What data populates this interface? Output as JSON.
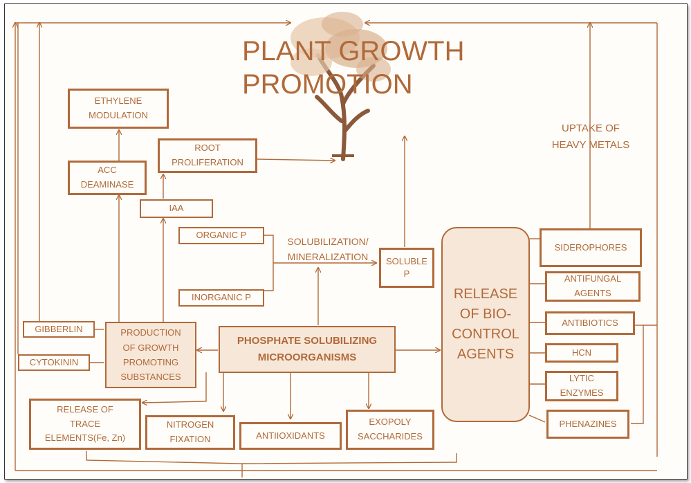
{
  "title_line1": "PLANT GROWTH",
  "title_line2": "PROMOTION",
  "central": [
    "PHOSPHATE SOLUBILIZING",
    "MICROORGANISMS"
  ],
  "ethylene": [
    "ETHYLENE",
    "MODULATION"
  ],
  "acc": [
    "ACC",
    "DEAMINASE"
  ],
  "root": [
    "ROOT",
    "PROLIFERATION"
  ],
  "iaa": "IAA",
  "organic_p": "ORGANIC P",
  "inorganic_p": "INORGANIC P",
  "solubilization": [
    "SOLUBILIZATION/",
    "MINERALIZATION"
  ],
  "soluble_p": [
    "SOLUBLE",
    "P"
  ],
  "gibberlin": "GIBBERLIN",
  "cytokinin": "CYTOKININ",
  "production": [
    "PRODUCTION",
    "OF GROWTH",
    "PROMOTING",
    "SUBSTANCES"
  ],
  "release_biocontrol": [
    "RELEASE",
    "OF BIO-",
    "CONTROL",
    "AGENTS"
  ],
  "uptake": [
    "UPTAKE OF",
    "HEAVY METALS"
  ],
  "siderophores": "SIDEROPHORES",
  "antifungal": [
    "ANTIFUNGAL",
    "AGENTS"
  ],
  "antibiotics": "ANTIBIOTICS",
  "hcn": "HCN",
  "lytic": [
    "LYTIC",
    "ENZYMES"
  ],
  "phenazines": "PHENAZINES",
  "trace": [
    "RELEASE OF",
    "TRACE",
    "ELEMENTS(Fe, Zn)"
  ],
  "nitrogen": [
    "NITROGEN",
    "FIXATION"
  ],
  "antioxidants": "ANTIIOXIDANTS",
  "exopoly": [
    "EXOPOLY",
    "SACCHARIDES"
  ],
  "colors": {
    "accent": "#b06a3a",
    "tree_trunk": "#8a5a3a",
    "tree_leaves": "#c89878",
    "shade": "#f7e7d8"
  }
}
